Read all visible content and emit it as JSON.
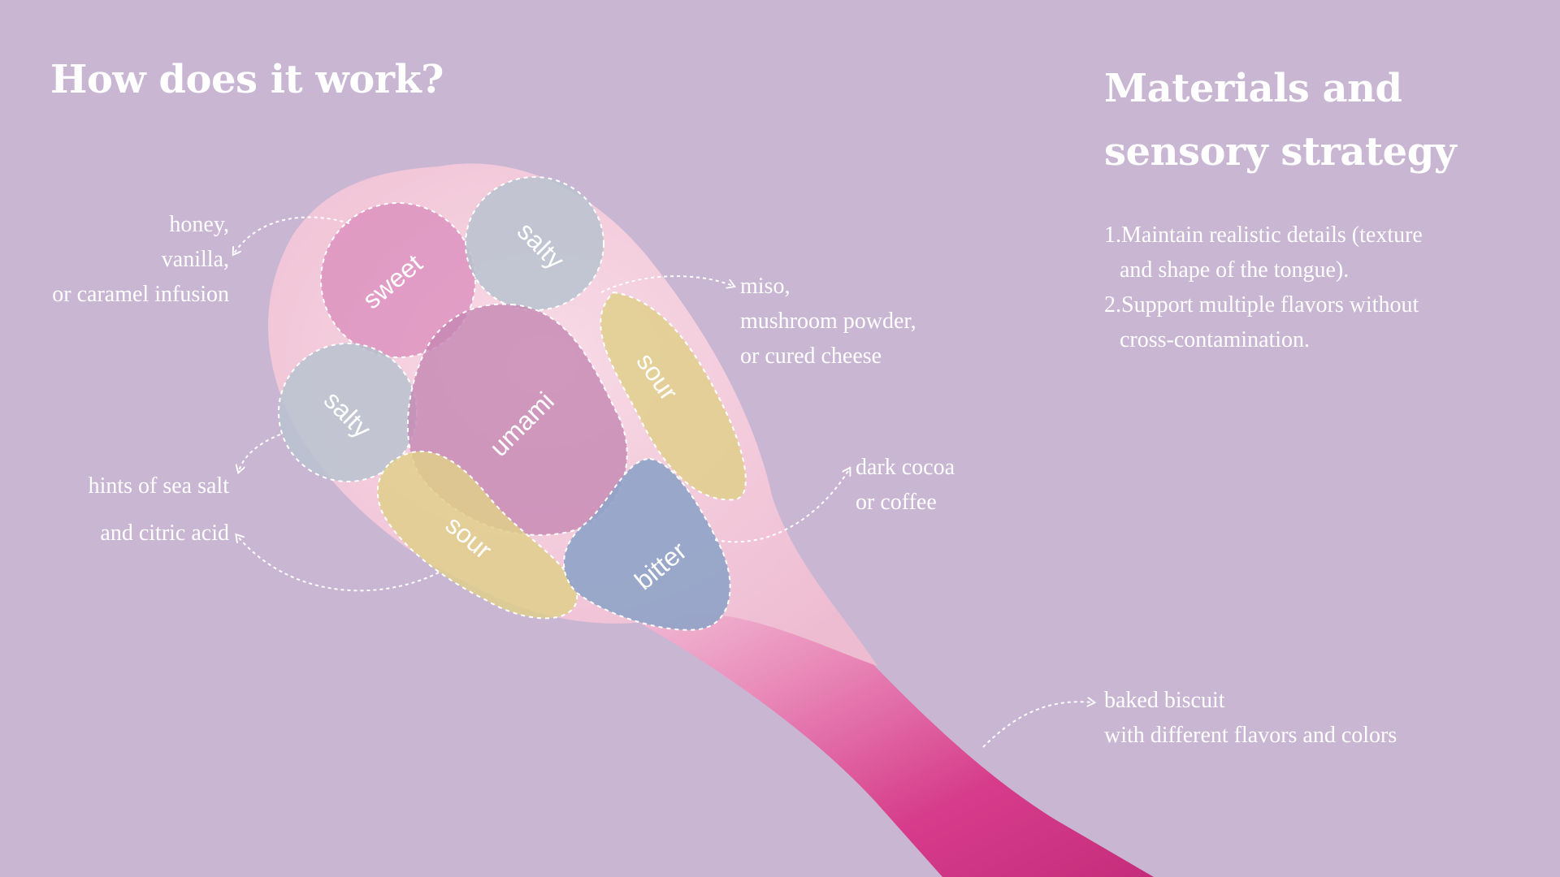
{
  "headings": {
    "left": "How does it work?",
    "right_line1": "Materials and",
    "right_line2": "sensory strategy"
  },
  "annotations": {
    "sweet": [
      "honey,",
      "vanilla,",
      "or caramel infusion"
    ],
    "umami": [
      "miso,",
      "mushroom powder,",
      "or cured cheese"
    ],
    "salty_sour": [
      "hints of sea salt",
      "and citric acid"
    ],
    "bitter": [
      "dark cocoa",
      "or coffee"
    ],
    "handle": [
      "baked biscuit",
      "with different flavors and colors"
    ]
  },
  "strategy": [
    {
      "line1": "1.Maintain realistic details (texture",
      "line2": "and shape of the tongue)."
    },
    {
      "line1": "2.Support multiple flavors without",
      "line2": "cross-contamination."
    }
  ],
  "zones": {
    "sweet": "sweet",
    "salty_top": "salty",
    "salty_left": "salty",
    "umami": "umami",
    "sour_right": "sour",
    "sour_bottom": "sour",
    "bitter": "bitter"
  },
  "colors": {
    "background": "#c9b6d3",
    "tongue": "#f2c8d6",
    "handle": "#d9428f",
    "sweet": "#d98bbb",
    "salty": "#b9c3cf",
    "umami": "#c687b3",
    "sour": "#e0cf8c",
    "bitter": "#8fa3c8"
  }
}
